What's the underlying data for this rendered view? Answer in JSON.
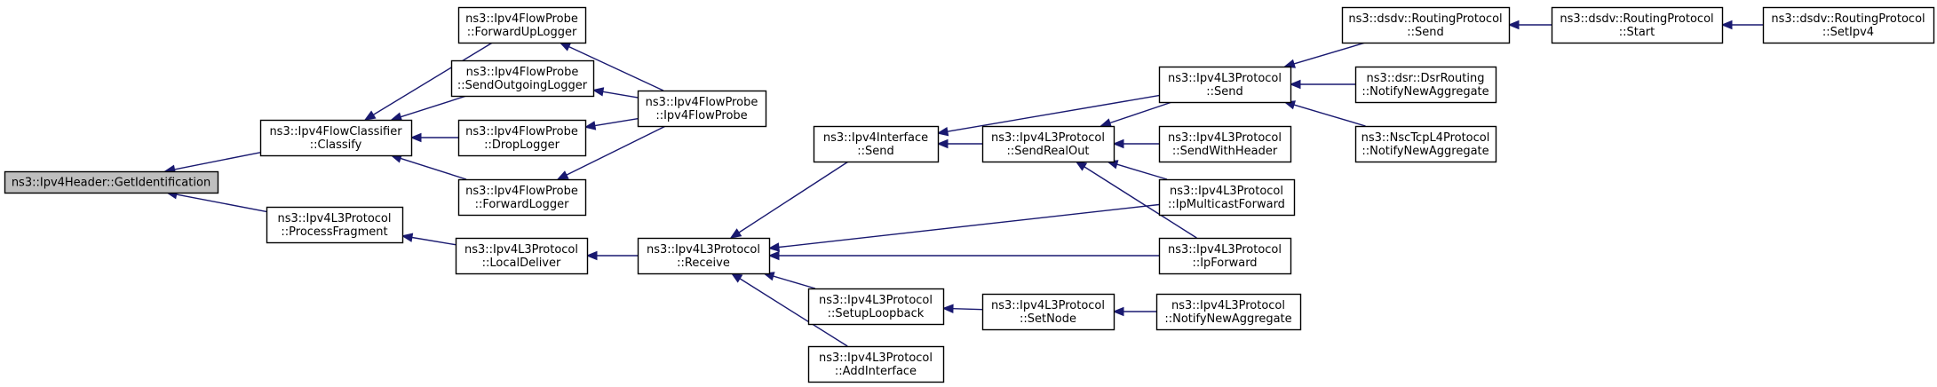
{
  "diagram": {
    "nodes": [
      {
        "id": "root",
        "lines": [
          "ns3::Ipv4Header::GetIdentification"
        ],
        "root": true
      },
      {
        "id": "classify",
        "lines": [
          "ns3::Ipv4FlowClassifier",
          "::Classify"
        ]
      },
      {
        "id": "processfrag",
        "lines": [
          "ns3::Ipv4L3Protocol",
          "::ProcessFragment"
        ]
      },
      {
        "id": "fwdup",
        "lines": [
          "ns3::Ipv4FlowProbe",
          "::ForwardUpLogger"
        ]
      },
      {
        "id": "sendout",
        "lines": [
          "ns3::Ipv4FlowProbe",
          "::SendOutgoingLogger"
        ]
      },
      {
        "id": "droplog",
        "lines": [
          "ns3::Ipv4FlowProbe",
          "::DropLogger"
        ]
      },
      {
        "id": "fwdlog",
        "lines": [
          "ns3::Ipv4FlowProbe",
          "::ForwardLogger"
        ]
      },
      {
        "id": "probector",
        "lines": [
          "ns3::Ipv4FlowProbe",
          "::Ipv4FlowProbe"
        ]
      },
      {
        "id": "localdeliver",
        "lines": [
          "ns3::Ipv4L3Protocol",
          "::LocalDeliver"
        ]
      },
      {
        "id": "receive",
        "lines": [
          "ns3::Ipv4L3Protocol",
          "::Receive"
        ]
      },
      {
        "id": "ifsend",
        "lines": [
          "ns3::Ipv4Interface",
          "::Send"
        ]
      },
      {
        "id": "setuploop",
        "lines": [
          "ns3::Ipv4L3Protocol",
          "::SetupLoopback"
        ]
      },
      {
        "id": "addif",
        "lines": [
          "ns3::Ipv4L3Protocol",
          "::AddInterface"
        ]
      },
      {
        "id": "sendrealout",
        "lines": [
          "ns3::Ipv4L3Protocol",
          "::SendRealOut"
        ]
      },
      {
        "id": "setnode",
        "lines": [
          "ns3::Ipv4L3Protocol",
          "::SetNode"
        ]
      },
      {
        "id": "l3send",
        "lines": [
          "ns3::Ipv4L3Protocol",
          "::Send"
        ]
      },
      {
        "id": "sendwithheader",
        "lines": [
          "ns3::Ipv4L3Protocol",
          "::SendWithHeader"
        ]
      },
      {
        "id": "ipmcast",
        "lines": [
          "ns3::Ipv4L3Protocol",
          "::IpMulticastForward"
        ]
      },
      {
        "id": "ipfwd",
        "lines": [
          "ns3::Ipv4L3Protocol",
          "::IpForward"
        ]
      },
      {
        "id": "nna_l3",
        "lines": [
          "ns3::Ipv4L3Protocol",
          "::NotifyNewAggregate"
        ]
      },
      {
        "id": "dsdvsend",
        "lines": [
          "ns3::dsdv::RoutingProtocol",
          "::Send"
        ]
      },
      {
        "id": "dsr",
        "lines": [
          "ns3::dsr::DsrRouting",
          "::NotifyNewAggregate"
        ]
      },
      {
        "id": "nsc",
        "lines": [
          "ns3::NscTcpL4Protocol",
          "::NotifyNewAggregate"
        ]
      },
      {
        "id": "dsdvstart",
        "lines": [
          "ns3::dsdv::RoutingProtocol",
          "::Start"
        ]
      },
      {
        "id": "setipv4",
        "lines": [
          "ns3::dsdv::RoutingProtocol",
          "::SetIpv4"
        ]
      }
    ],
    "edges": [
      {
        "from": "classify",
        "to": "root"
      },
      {
        "from": "processfrag",
        "to": "root"
      },
      {
        "from": "fwdup",
        "to": "classify"
      },
      {
        "from": "sendout",
        "to": "classify"
      },
      {
        "from": "droplog",
        "to": "classify"
      },
      {
        "from": "fwdlog",
        "to": "classify"
      },
      {
        "from": "probector",
        "to": "fwdup"
      },
      {
        "from": "probector",
        "to": "sendout"
      },
      {
        "from": "probector",
        "to": "droplog"
      },
      {
        "from": "probector",
        "to": "fwdlog"
      },
      {
        "from": "localdeliver",
        "to": "processfrag"
      },
      {
        "from": "receive",
        "to": "localdeliver"
      },
      {
        "from": "ifsend",
        "to": "receive"
      },
      {
        "from": "setuploop",
        "to": "receive"
      },
      {
        "from": "addif",
        "to": "receive"
      },
      {
        "from": "ipmcast",
        "to": "receive"
      },
      {
        "from": "ipfwd",
        "to": "receive"
      },
      {
        "from": "sendrealout",
        "to": "ifsend"
      },
      {
        "from": "l3send",
        "to": "ifsend"
      },
      {
        "from": "l3send",
        "to": "sendrealout"
      },
      {
        "from": "sendwithheader",
        "to": "sendrealout"
      },
      {
        "from": "ipmcast",
        "to": "sendrealout"
      },
      {
        "from": "ipfwd",
        "to": "sendrealout"
      },
      {
        "from": "setnode",
        "to": "setuploop"
      },
      {
        "from": "nna_l3",
        "to": "setnode"
      },
      {
        "from": "dsdvsend",
        "to": "l3send"
      },
      {
        "from": "dsr",
        "to": "l3send"
      },
      {
        "from": "nsc",
        "to": "l3send"
      },
      {
        "from": "dsdvstart",
        "to": "dsdvsend"
      },
      {
        "from": "setipv4",
        "to": "dsdvstart"
      }
    ]
  }
}
